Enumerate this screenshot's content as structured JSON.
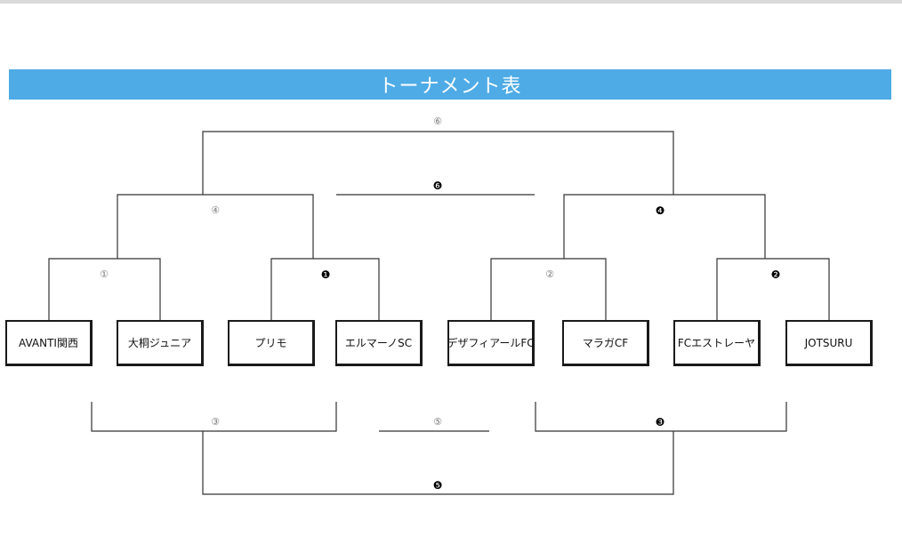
{
  "title": "トーナメント表",
  "teams": [
    "AVANTI関西",
    "大桐ジュニア",
    "プリモ",
    "エルマーノSC",
    "デザフィアールFC",
    "マラガCF",
    "FCエストレーヤ",
    "JOTSURU"
  ],
  "match_labels": {
    "m1": "①",
    "m2": "②",
    "m3": "③",
    "m4": "④",
    "m5": "⑤",
    "m6": "⑥",
    "s1": "❶",
    "s2": "❷",
    "s3": "❸",
    "s4": "❹",
    "s5": "❺",
    "s6": "❻"
  },
  "colors": {
    "banner": "#4eabe6",
    "banner_text": "#ffffff",
    "line": "#333333"
  }
}
